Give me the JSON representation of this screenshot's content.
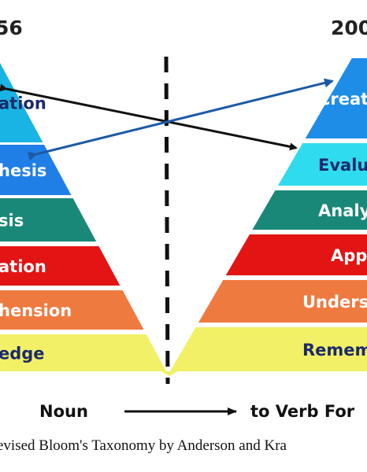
{
  "left_header": "56",
  "right_header": "200",
  "left_levels": [
    {
      "label": "ation",
      "color": "#19b4e4"
    },
    {
      "label": "hesis",
      "color": "#1f7fe6"
    },
    {
      "label": "sis",
      "color": "#1a8878"
    },
    {
      "label": "ation",
      "color": "#e31414"
    },
    {
      "label": "hension",
      "color": "#ef7a40"
    },
    {
      "label": "edge",
      "color": "#f2f066"
    }
  ],
  "right_levels": [
    {
      "label": "Creat",
      "color": "#1d8de8"
    },
    {
      "label": "Evalu",
      "color": "#2fdcef"
    },
    {
      "label": "Analy",
      "color": "#1a8878"
    },
    {
      "label": "Appl",
      "color": "#e31414"
    },
    {
      "label": "Unders",
      "color": "#ef7a40"
    },
    {
      "label": "Remem",
      "color": "#f2f066"
    }
  ],
  "text_colors": {
    "dark": "#1c2a6b",
    "light": "#ffffff"
  },
  "arrows": {
    "black": "#111111",
    "blue": "#1c5aa6"
  },
  "bottom_left": "Noun",
  "bottom_right": "to Verb For",
  "caption": "evised Bloom's Taxonomy by Anderson and Kra"
}
